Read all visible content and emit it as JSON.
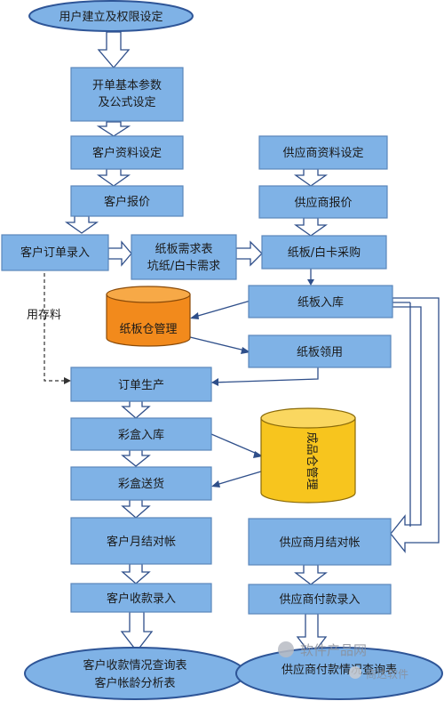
{
  "nodes": {
    "user_setup": "用户建立及权限设定",
    "billing_params_1": "开单基本参数",
    "billing_params_2": "及公式设定",
    "customer_data": "客户资料设定",
    "supplier_data": "供应商资料设定",
    "customer_quote": "客户报价",
    "supplier_quote": "供应商报价",
    "customer_order": "客户订单录入",
    "board_demand_1": "纸板需求表",
    "board_demand_2": "坑纸/白卡需求",
    "board_purchase": "纸板/白卡采购",
    "board_inbound": "纸板入库",
    "board_warehouse": "纸板仓管理",
    "board_usage": "纸板领用",
    "use_stock": "用存料",
    "order_production": "订单生产",
    "box_inbound": "彩盒入库",
    "finished_warehouse": "成品仓管理",
    "box_delivery": "彩盒送货",
    "customer_monthly": "客户月结对帐",
    "supplier_monthly": "供应商月结对帐",
    "customer_receipt": "客户收款录入",
    "supplier_payment": "供应商付款录入",
    "customer_report_1": "客户收款情况查询表",
    "customer_report_2": "客户帐龄分析表",
    "supplier_report": "供应商付款情况查询表"
  },
  "watermark": {
    "line1": "软件产品网",
    "line2": "商达软件"
  },
  "colors": {
    "box_fill": "#7fb2e6",
    "warehouse_orange": "#f28a1c",
    "warehouse_yellow": "#f7c51e",
    "arrow_stroke": "#2f4f8a"
  }
}
